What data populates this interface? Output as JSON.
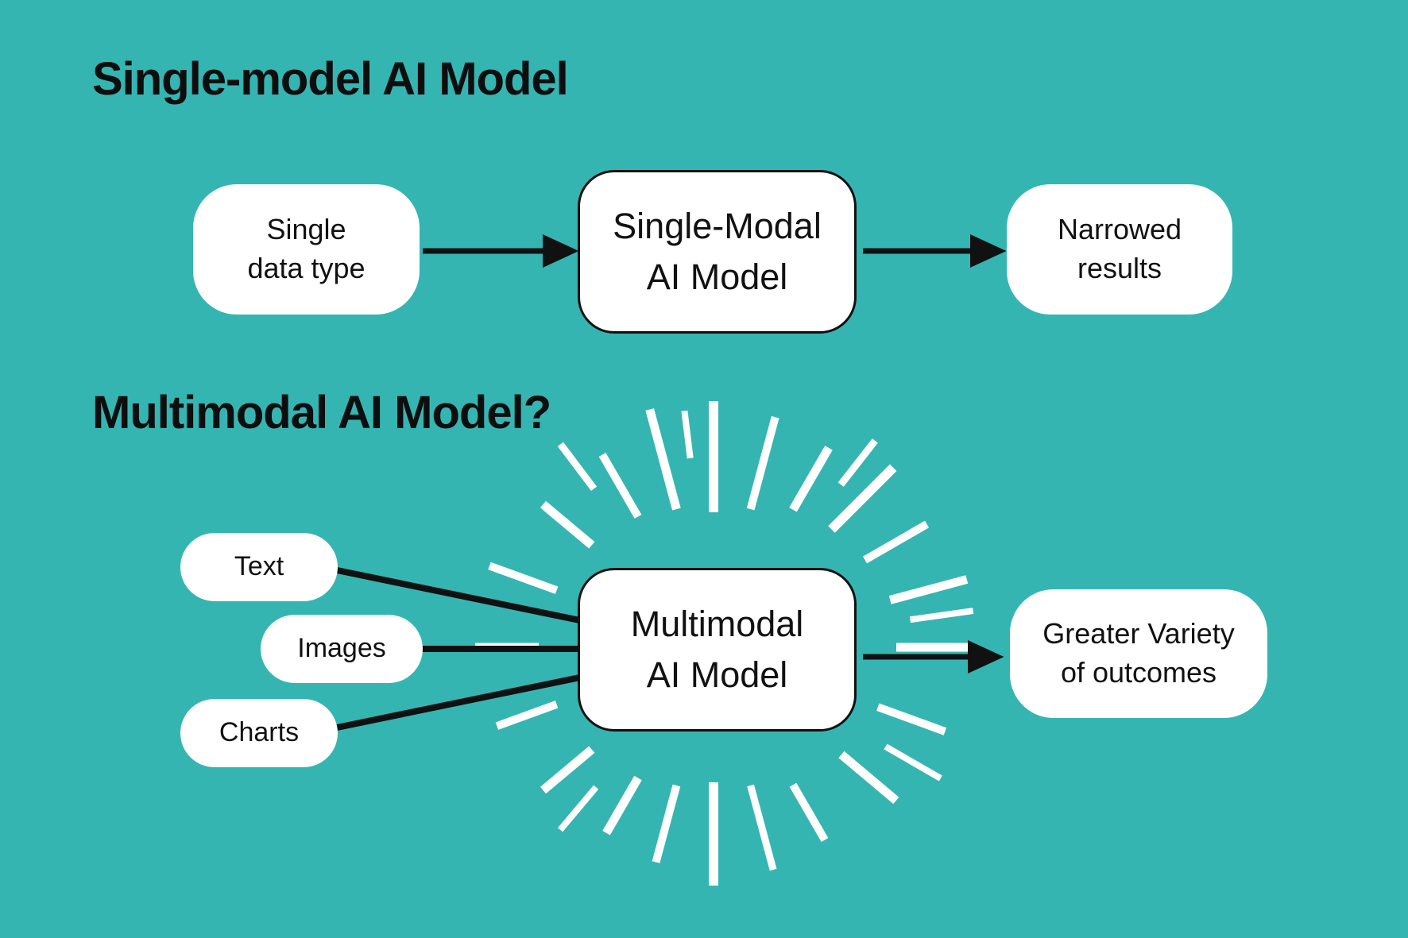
{
  "colors": {
    "background": "#35b5b2",
    "text": "#0e0e0e",
    "box_background": "#ffffff",
    "connector_line": "#111111",
    "starburst": "#ffffff"
  },
  "sections": {
    "single_modal": {
      "title": "Single-model AI Model",
      "input_box": {
        "line1": "Single",
        "line2": "data type"
      },
      "model_box": {
        "line1": "Single-Modal",
        "line2": "AI Model"
      },
      "output_box": {
        "line1": "Narrowed",
        "line2": "results"
      }
    },
    "multimodal": {
      "title": "Multimodal AI Model?",
      "input_pills": [
        "Text",
        "Images",
        "Charts"
      ],
      "model_box": {
        "line1": "Multimodal",
        "line2": "AI Model"
      },
      "output_box": {
        "line1": "Greater Variety",
        "line2": "of outcomes"
      }
    }
  }
}
